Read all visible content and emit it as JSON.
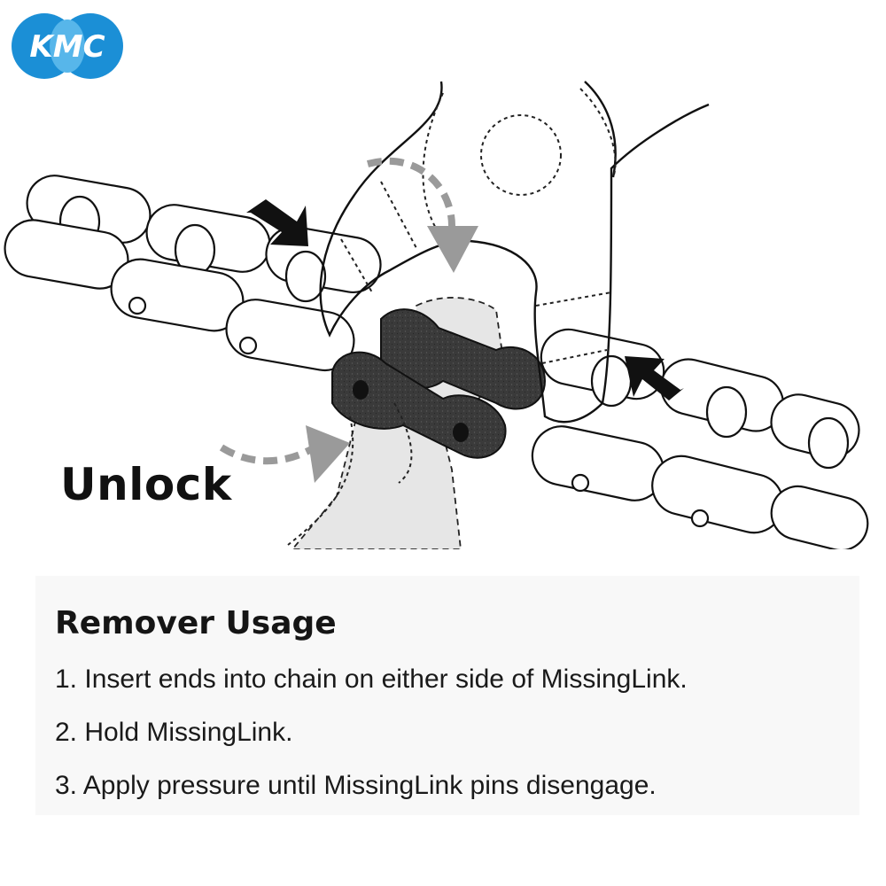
{
  "brand": {
    "logo_text": "KMC",
    "colors": {
      "primary": "#1b8fd6",
      "light": "#6ec3f0",
      "text": "#ffffff"
    }
  },
  "illustration": {
    "label": "Unlock",
    "icons": [
      "chain-icon",
      "missinglink-icon",
      "pliers-tool-icon",
      "push-arrow-icon",
      "motion-arrow-icon"
    ]
  },
  "instructions": {
    "title": "Remover Usage",
    "steps": [
      "1. Insert ends into chain on either side of MissingLink.",
      "2. Hold MissingLink.",
      "3. Apply pressure until MissingLink pins disengage."
    ]
  }
}
